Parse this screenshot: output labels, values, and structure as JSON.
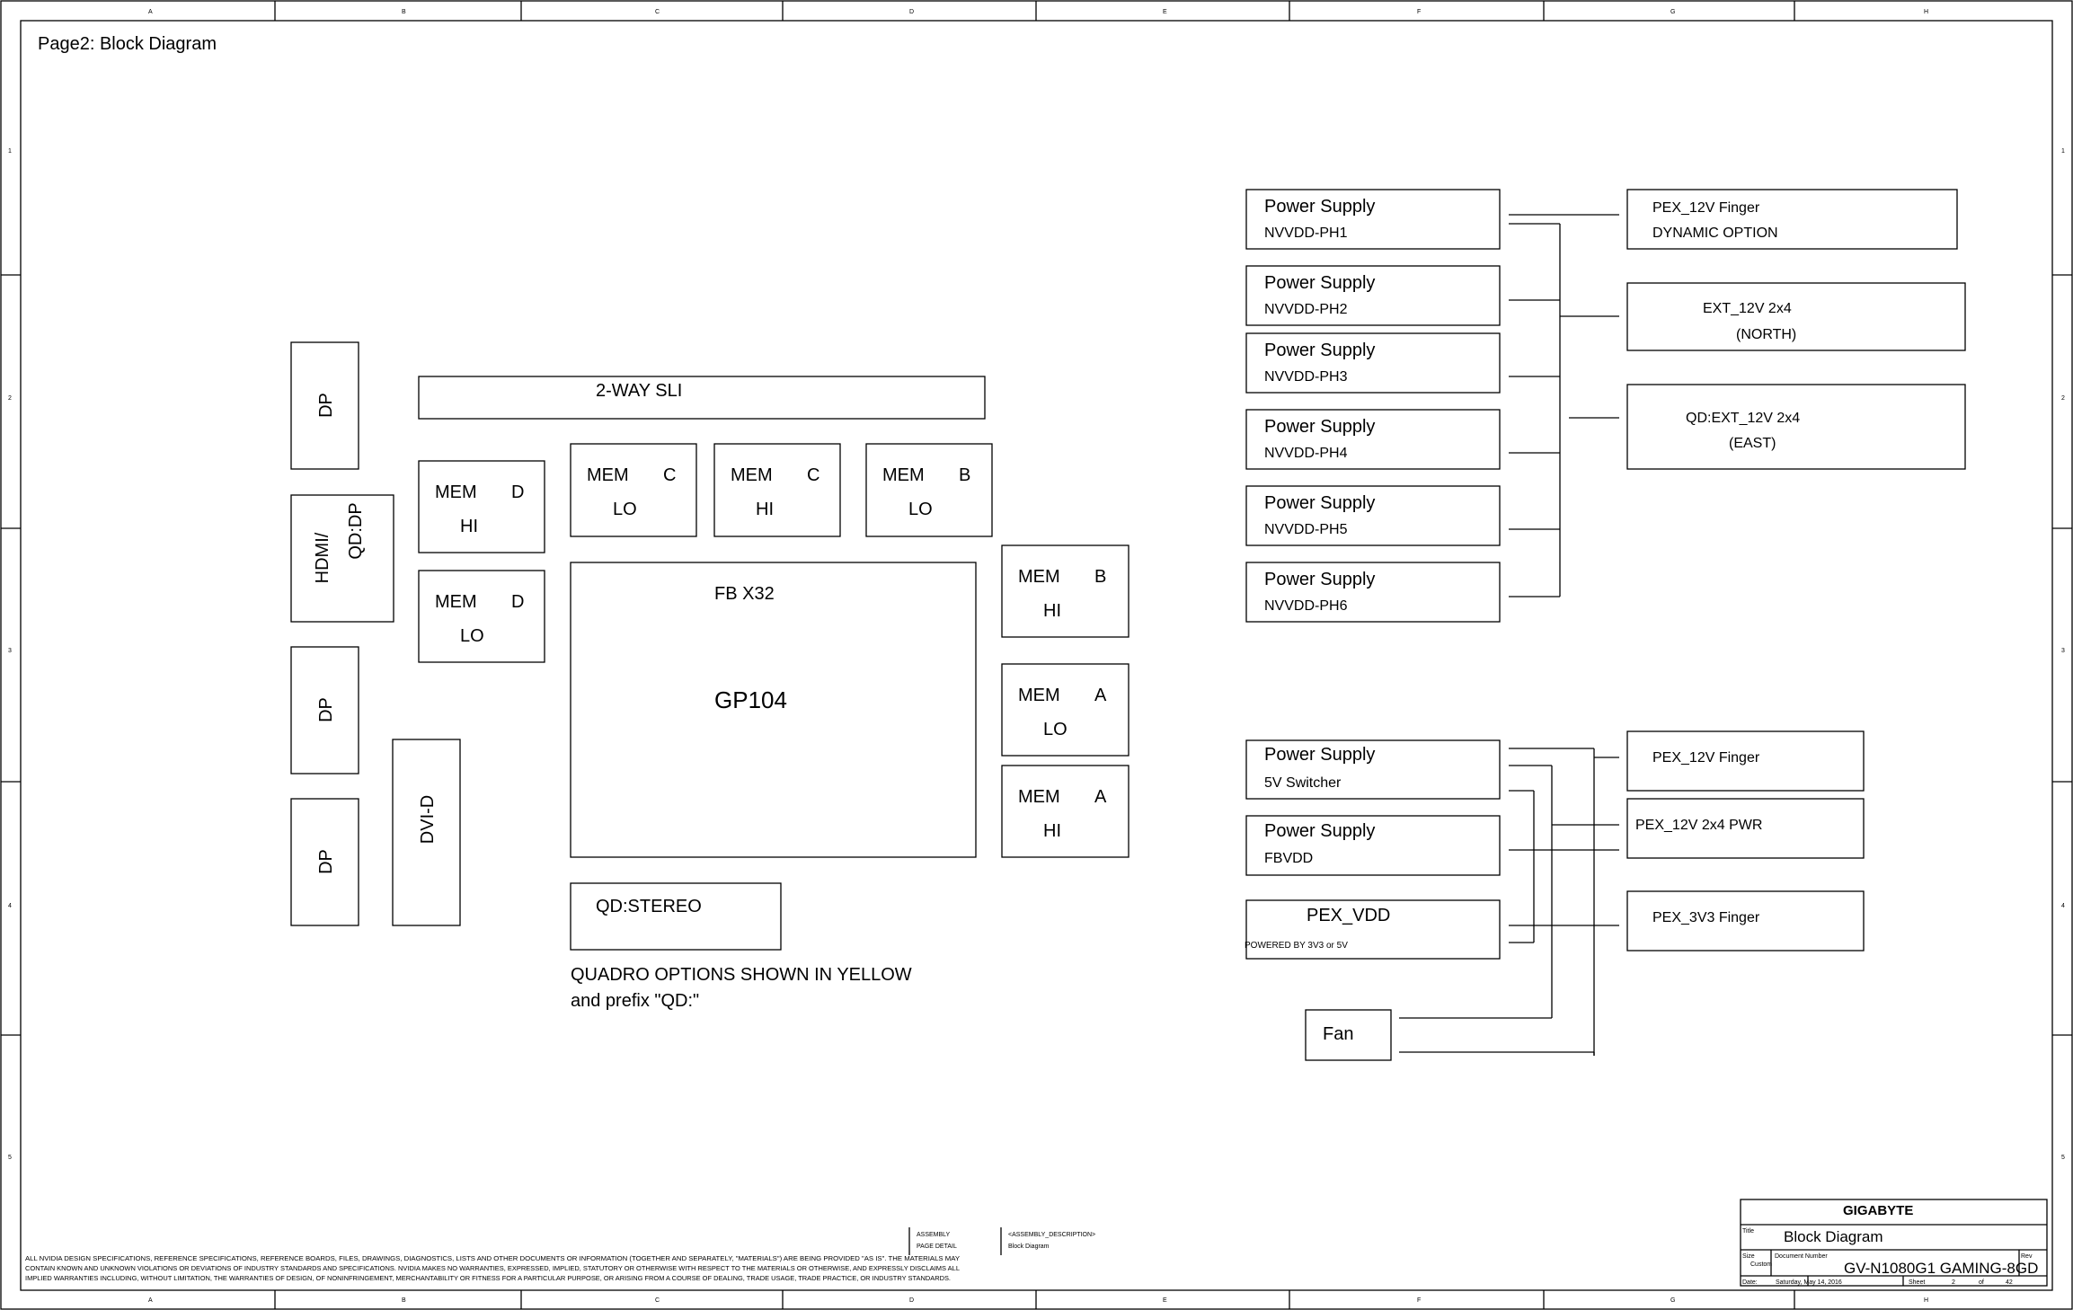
{
  "page_title": "Page2: Block Diagram",
  "border": {
    "cols": [
      "A",
      "B",
      "C",
      "D",
      "E",
      "F",
      "G",
      "H"
    ],
    "rows": [
      "1",
      "2",
      "3",
      "4",
      "5"
    ]
  },
  "connectors": {
    "dp_top": "DP",
    "hdmi_line1": "HDMI/",
    "hdmi_line2": "QD:DP",
    "dp_mid": "DP",
    "dp_bottom": "DP",
    "dvi": "DVI-D"
  },
  "sli": "2-WAY SLI",
  "memory": {
    "d_hi": {
      "label": "MEM",
      "bank": "D",
      "part": "HI"
    },
    "d_lo": {
      "label": "MEM",
      "bank": "D",
      "part": "LO"
    },
    "c_lo": {
      "label": "MEM",
      "bank": "C",
      "part": "LO"
    },
    "c_hi": {
      "label": "MEM",
      "bank": "C",
      "part": "HI"
    },
    "b_lo": {
      "label": "MEM",
      "bank": "B",
      "part": "LO"
    },
    "b_hi": {
      "label": "MEM",
      "bank": "B",
      "part": "HI"
    },
    "a_lo": {
      "label": "MEM",
      "bank": "A",
      "part": "LO"
    },
    "a_hi": {
      "label": "MEM",
      "bank": "A",
      "part": "HI"
    }
  },
  "gpu": {
    "bus": "FB X32",
    "name": "GP104"
  },
  "stereo": "QD:STEREO",
  "note": {
    "line1": "QUADRO OPTIONS SHOWN IN YELLOW",
    "line2": "and prefix \"QD:\""
  },
  "power_phases": [
    {
      "title": "Power Supply",
      "sub": "NVVDD-PH1"
    },
    {
      "title": "Power Supply",
      "sub": "NVVDD-PH2"
    },
    {
      "title": "Power Supply",
      "sub": "NVVDD-PH3"
    },
    {
      "title": "Power Supply",
      "sub": "NVVDD-PH4"
    },
    {
      "title": "Power Supply",
      "sub": "NVVDD-PH5"
    },
    {
      "title": "Power Supply",
      "sub": "NVVDD-PH6"
    }
  ],
  "inputs_top": {
    "pex_finger": {
      "line1": "PEX_12V Finger",
      "line2": "DYNAMIC OPTION"
    },
    "ext_north": {
      "line1": "EXT_12V 2x4",
      "line2": "(NORTH)"
    },
    "ext_east": {
      "line1": "QD:EXT_12V 2x4",
      "line2": "(EAST)"
    }
  },
  "aux_supplies": {
    "switcher": {
      "title": "Power Supply",
      "sub": "5V Switcher"
    },
    "fbvdd": {
      "title": "Power Supply",
      "sub": "FBVDD"
    },
    "pex_vdd": {
      "title": "PEX_VDD",
      "sub": "POWERED BY 3V3 or 5V"
    },
    "fan": "Fan"
  },
  "inputs_bottom": {
    "pex_finger": "PEX_12V Finger",
    "pex_2x4": "PEX_12V 2x4 PWR",
    "pex_3v3": "PEX_3V3 Finger"
  },
  "disclaimer": [
    "ALL NVIDIA DESIGN SPECIFICATIONS, REFERENCE SPECIFICATIONS, REFERENCE BOARDS, FILES, DRAWINGS, DIAGNOSTICS, LISTS AND OTHER DOCUMENTS OR INFORMATION (TOGETHER AND SEPARATELY, \"MATERIALS\") ARE BEING PROVIDED \"AS IS\". THE MATERIALS MAY",
    "CONTAIN KNOWN AND UNKNOWN VIOLATIONS OR DEVIATIONS OF INDUSTRY STANDARDS AND SPECIFICATIONS. NVIDIA MAKES NO WARRANTIES, EXPRESSED, IMPLIED, STATUTORY OR OTHERWISE WITH RESPECT TO THE MATERIALS OR OTHERWISE, AND EXPRESSLY DISCLAIMS ALL",
    "IMPLIED WARRANTIES INCLUDING, WITHOUT LIMITATION, THE WARRANTIES OF DESIGN, OF NONINFRINGEMENT, MERCHANTABILITY OR FITNESS FOR A PARTICULAR PURPOSE, OR ARISING FROM A COURSE OF DEALING, TRADE USAGE, TRADE PRACTICE, OR INDUSTRY STANDARDS."
  ],
  "assembly": {
    "label1": "ASSEMBLY",
    "label2": "PAGE DETAIL",
    "value1": "<ASSEMBLY_DESCRIPTION>",
    "value2": "Block Diagram"
  },
  "title_block": {
    "company": "GIGABYTE",
    "title_label": "Title",
    "title": "Block Diagram",
    "size_label": "Size",
    "size_value": "Custom",
    "docnum_label": "Document Number",
    "docnum": "GV-N1080G1 GAMING-8GD",
    "rev_label": "Rev",
    "date_label": "Date:",
    "date": "Saturday, May 14, 2016",
    "sheet_label": "Sheet",
    "sheet": "2",
    "of_label": "of",
    "total": "42"
  }
}
